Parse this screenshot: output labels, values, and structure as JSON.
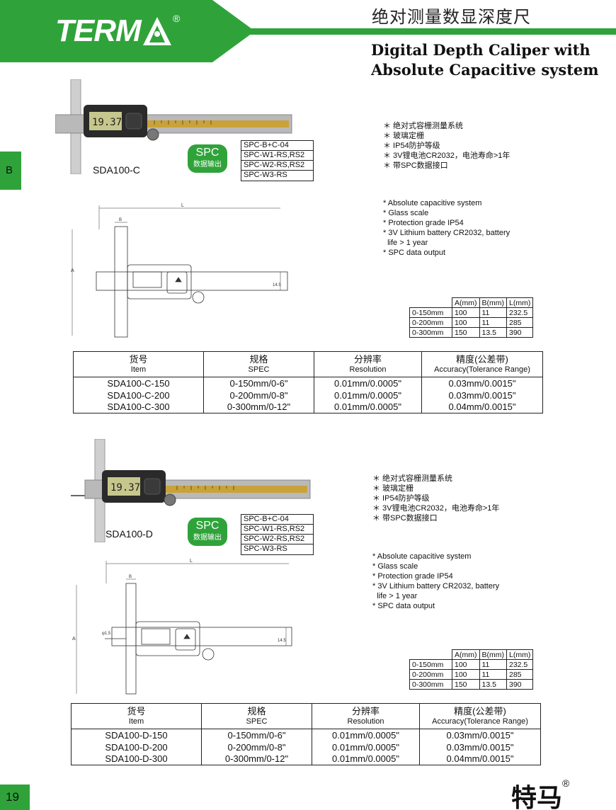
{
  "header": {
    "brand": "TERM",
    "registered": "®",
    "title_cn": "绝对测量数显深度尺",
    "title_en_line1": "Digital Depth Caliper with",
    "title_en_line2": "Absolute Capacitive system"
  },
  "section_tab": "B",
  "page_number": "19",
  "brand_cn": "特马",
  "brand_cn_registered": "®",
  "colors": {
    "accent": "#2fa33a"
  },
  "products": [
    {
      "model": "SDA100-C",
      "lcd_reading": "19.37",
      "spc_badge": {
        "label": "SPC",
        "sublabel": "数据输出"
      },
      "spc_options": [
        "SPC-B+C-04",
        "SPC-W1-RS,RS2",
        "SPC-W2-RS,RS2",
        "SPC-W3-RS"
      ],
      "features_cn": [
        "＊ 绝对式容栅测量系统",
        "＊ 玻璃定栅",
        "＊ IP54防护等级",
        "＊ 3V锂电池CR2032，电池寿命>1年",
        "＊ 带SPC数据接口"
      ],
      "features_en": [
        "* Absolute capacitive system",
        "* Glass scale",
        "* Protection grade IP54",
        "* 3V Lithium battery CR2032, battery",
        "  life > 1 year",
        "* SPC data output"
      ],
      "drawing_labels": {
        "L": "L",
        "B": "B",
        "A": "A",
        "h": "14.5"
      },
      "dims": {
        "headers": [
          "A(mm)",
          "B(mm)",
          "L(mm)"
        ],
        "rows": [
          {
            "range": "0-150mm",
            "a": "100",
            "b": "11",
            "l": "232.5"
          },
          {
            "range": "0-200mm",
            "a": "100",
            "b": "11",
            "l": "285"
          },
          {
            "range": "0-300mm",
            "a": "150",
            "b": "13.5",
            "l": "390"
          }
        ]
      },
      "spec": {
        "headers": [
          {
            "cn": "货号",
            "en": "Item"
          },
          {
            "cn": "规格",
            "en": "SPEC"
          },
          {
            "cn": "分辨率",
            "en": "Resolution"
          },
          {
            "cn": "精度(公差带)",
            "en": "Accuracy(Tolerance Range)"
          }
        ],
        "rows": [
          {
            "item": "SDA100-C-150",
            "spec": "0-150mm/0-6\"",
            "res": "0.01mm/0.0005\"",
            "acc": "0.03mm/0.0015\""
          },
          {
            "item": "SDA100-C-200",
            "spec": "0-200mm/0-8\"",
            "res": "0.01mm/0.0005\"",
            "acc": "0.03mm/0.0015\""
          },
          {
            "item": "SDA100-C-300",
            "spec": "0-300mm/0-12\"",
            "res": "0.01mm/0.0005\"",
            "acc": "0.04mm/0.0015\""
          }
        ]
      }
    },
    {
      "model": "SDA100-D",
      "lcd_reading": "19.37",
      "spc_badge": {
        "label": "SPC",
        "sublabel": "数据输出"
      },
      "spc_options": [
        "SPC-B+C-04",
        "SPC-W1-RS,RS2",
        "SPC-W2-RS,RS2",
        "SPC-W3-RS"
      ],
      "features_cn": [
        "＊ 绝对式容栅测量系统",
        "＊ 玻璃定栅",
        "＊ IP54防护等级",
        "＊ 3V锂电池CR2032，电池寿命>1年",
        "＊ 带SPC数据接口"
      ],
      "features_en": [
        "* Absolute capacitive system",
        "* Glass scale",
        "* Protection grade IP54",
        "* 3V Lithium battery CR2032, battery",
        "  life > 1 year",
        "* SPC data output"
      ],
      "drawing_labels": {
        "L": "L",
        "B": "B",
        "A": "A",
        "h": "14.5",
        "d": "φ1.5"
      },
      "dims": {
        "headers": [
          "A(mm)",
          "B(mm)",
          "L(mm)"
        ],
        "rows": [
          {
            "range": "0-150mm",
            "a": "100",
            "b": "11",
            "l": "232.5"
          },
          {
            "range": "0-200mm",
            "a": "100",
            "b": "11",
            "l": "285"
          },
          {
            "range": "0-300mm",
            "a": "150",
            "b": "13.5",
            "l": "390"
          }
        ]
      },
      "spec": {
        "headers": [
          {
            "cn": "货号",
            "en": "Item"
          },
          {
            "cn": "规格",
            "en": "SPEC"
          },
          {
            "cn": "分辨率",
            "en": "Resolution"
          },
          {
            "cn": "精度(公差带)",
            "en": "Accuracy(Tolerance Range)"
          }
        ],
        "rows": [
          {
            "item": "SDA100-D-150",
            "spec": "0-150mm/0-6\"",
            "res": "0.01mm/0.0005\"",
            "acc": "0.03mm/0.0015\""
          },
          {
            "item": "SDA100-D-200",
            "spec": "0-200mm/0-8\"",
            "res": "0.01mm/0.0005\"",
            "acc": "0.03mm/0.0015\""
          },
          {
            "item": "SDA100-D-300",
            "spec": "0-300mm/0-12\"",
            "res": "0.01mm/0.0005\"",
            "acc": "0.04mm/0.0015\""
          }
        ]
      }
    }
  ]
}
